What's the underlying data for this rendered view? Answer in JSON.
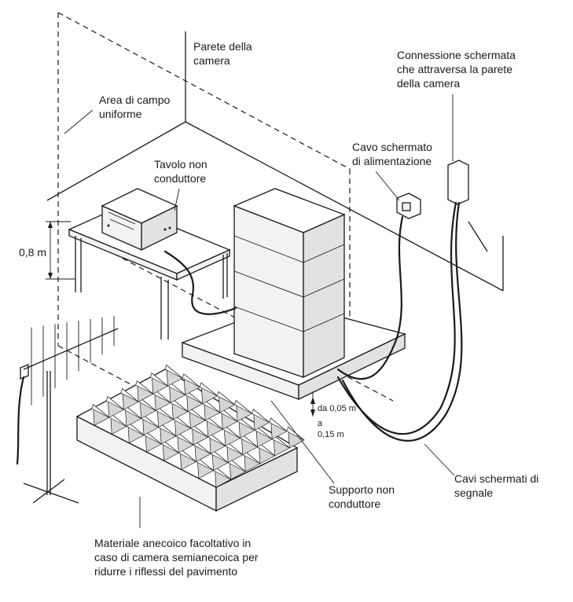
{
  "labels": {
    "chamber_wall": [
      "Parete della",
      "camera"
    ],
    "uniform_field": [
      "Area di campo",
      "uniforme"
    ],
    "shielded_connection": [
      "Connessione schermata",
      "che attraversa la parete",
      "della camera"
    ],
    "power_cable": [
      "Cavo schermato",
      "di alimentazione"
    ],
    "table": [
      "Tavolo non",
      "conduttore"
    ],
    "height": "0,8 m",
    "support_height": [
      "da 0,05 m",
      "a",
      "0,15 m"
    ],
    "support": [
      "Supporto non",
      "conduttore"
    ],
    "signal_cables": [
      "Cavi schermati di",
      "segnale"
    ],
    "absorber": [
      "Materiale anecoico facoltativo in",
      "caso di camera semianecoica per",
      "ridurre i riflessi del pavimento"
    ]
  }
}
